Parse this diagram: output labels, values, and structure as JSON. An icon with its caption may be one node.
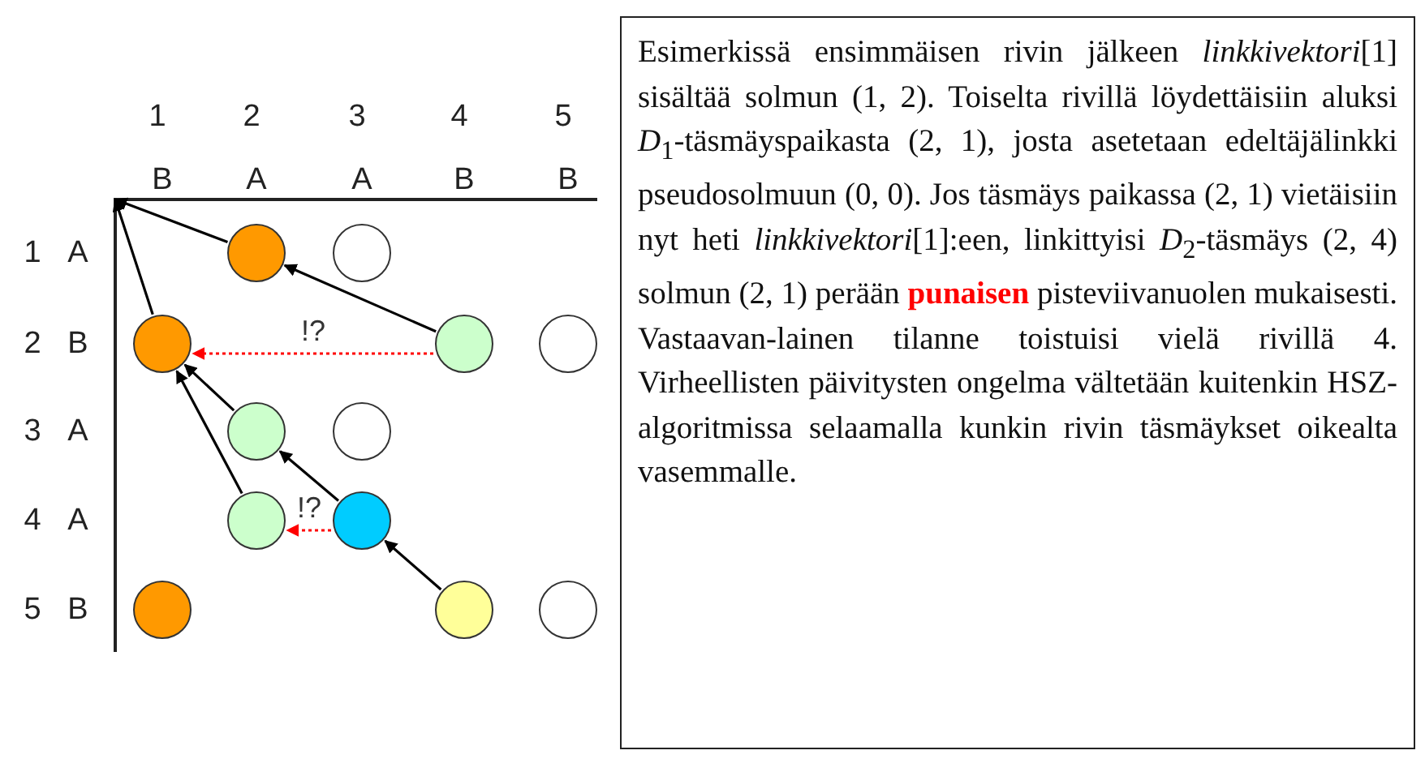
{
  "diagram": {
    "nodes": [
      {
        "text": [],
        "shape": "circle"
      },
      {
        "text": [],
        "shape": "circle"
      },
      {
        "text": [],
        "shape": "circle"
      },
      {
        "text": [],
        "shape": "circle"
      },
      {
        "text": [],
        "shape": "circle"
      },
      {
        "text": [],
        "shape": "circle"
      },
      {
        "text": [],
        "shape": "circle"
      },
      {
        "text": [],
        "shape": "circle"
      },
      {
        "text": [],
        "shape": "circle"
      },
      {
        "text": [],
        "shape": "circle"
      },
      {
        "text": [],
        "shape": "circle"
      },
      {
        "text": [],
        "shape": "circle"
      },
      {
        "text": [
          "Esimerkissä ensimmäisen rivin jälkeen *linkkivektori*[1] sisältää solmun (1, 2). Toiselta rivillä löydettäisiin aluksi *D*$_{1}$-täsmäyspaikasta (2, 1), josta asetetaan edeltäjälinkki pseudosolmuun (0, 0). Jos täsmäys paikassa (2, 1) vietäisiin nyt heti *linkkivektori*[1]:een, linkittyisi *D*$_{2}$-täsmäys (2, 4) solmun (2, 1) perään **punaisen** pisteviivanuolen mukaisesti. Vastaavan-lainen tilanne toistuisi vielä rivillä 4. Virheellisten päivitysten ongelma vältetään kuitenkin HSZ-algoritmissa selaamalla kunkin rivin täsmäykset oikealta vasemmalle."
        ]
      }
    ],
    "edges": [
      {
        "from": 0,
        "to": null,
        "arrow": "to"
      },
      {
        "from": 2,
        "to": null,
        "arrow": "to"
      },
      {
        "from": 3,
        "to": 0,
        "arrow": "to"
      },
      {
        "from": 3,
        "to": 2,
        "arrow": "to",
        "label": "!?",
        "style": "dashed",
        "color": "#ff0000"
      },
      {
        "from": 5,
        "to": 2,
        "arrow": "to"
      },
      {
        "from": 7,
        "to": 2,
        "arrow": "to"
      },
      {
        "from": 8,
        "to": 5,
        "arrow": "to"
      },
      {
        "from": 8,
        "to": 7,
        "arrow": "to",
        "label": "!?",
        "style": "dashed",
        "color": "#ff0000"
      },
      {
        "from": 10,
        "to": 8,
        "arrow": "to"
      }
    ],
    "labels": [
      "1",
      "2",
      "3",
      "4",
      "5",
      "B",
      "A",
      "A",
      "B",
      "B",
      "1",
      "A",
      "2",
      "B",
      "3",
      "A",
      "4",
      "A",
      "5",
      "B"
    ]
  }
}
